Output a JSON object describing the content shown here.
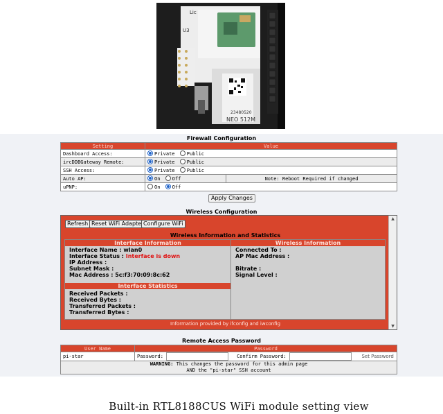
{
  "photo": {
    "chip_labels": [
      "U3",
      "Lic"
    ],
    "module_code": "23480520",
    "module_name": "NEO 512M"
  },
  "firewall": {
    "title": "Firewall Configuration",
    "col_setting": "Setting",
    "col_value": "Value",
    "rows": [
      {
        "label": "Dashboard Access:",
        "opt1": "Private",
        "opt2": "Public",
        "selected": 1
      },
      {
        "label": "ircDDBGateway Remote:",
        "opt1": "Private",
        "opt2": "Public",
        "selected": 1
      },
      {
        "label": "SSH Access:",
        "opt1": "Private",
        "opt2": "Public",
        "selected": 1
      },
      {
        "label": "Auto AP:",
        "opt1": "On",
        "opt2": "Off",
        "selected": 1,
        "note": "Note: Reboot Required if changed"
      },
      {
        "label": "uPNP:",
        "opt1": "On",
        "opt2": "Off",
        "selected": 2
      }
    ],
    "apply_label": "Apply Changes"
  },
  "wireless": {
    "title": "Wireless Configuration",
    "refresh_label": "Refresh",
    "reset_label": "Reset WiFi Adapter",
    "configure_label": "Configure WiFi",
    "info_title": "Wireless Information and Statistics",
    "iface_info_title": "Interface Information",
    "iface_name_label": "Interface Name :",
    "iface_name": "wlan0",
    "iface_status_label": "Interface Status :",
    "iface_status": "Interface is down",
    "ip_label": "IP Address :",
    "mask_label": "Subnet Mask :",
    "mac_label": "Mac Address :",
    "mac": "5c:f3:70:09:8c:62",
    "iface_stats_title": "Interface Statistics",
    "rx_packets_label": "Received Packets :",
    "rx_bytes_label": "Received Bytes :",
    "tx_packets_label": "Transferred Packets :",
    "tx_bytes_label": "Transferred Bytes :",
    "wifi_info_title": "Wireless Information",
    "connected_label": "Connected To :",
    "ap_mac_label": "AP Mac Address :",
    "bitrate_label": "Bitrate :",
    "signal_label": "Signal Level :",
    "footnote": "Information provided by ifconfig and iwconfig"
  },
  "remote": {
    "title": "Remote Access Password",
    "col_user": "User Name",
    "col_password": "Password",
    "username": "pi-star",
    "password_label": "Password:",
    "confirm_label": "Confirm Password:",
    "set_label": "Set Password",
    "warning_bold": "WARNING:",
    "warning_text": " This changes the password for this admin page",
    "warning_line2": "AND the \"pi-star\" SSH account"
  },
  "caption": "Built-in RTL8188CUS WiFi module setting view",
  "colors": {
    "accent": "#d8452c",
    "radio": "#1e62c8",
    "error": "#e01010"
  }
}
